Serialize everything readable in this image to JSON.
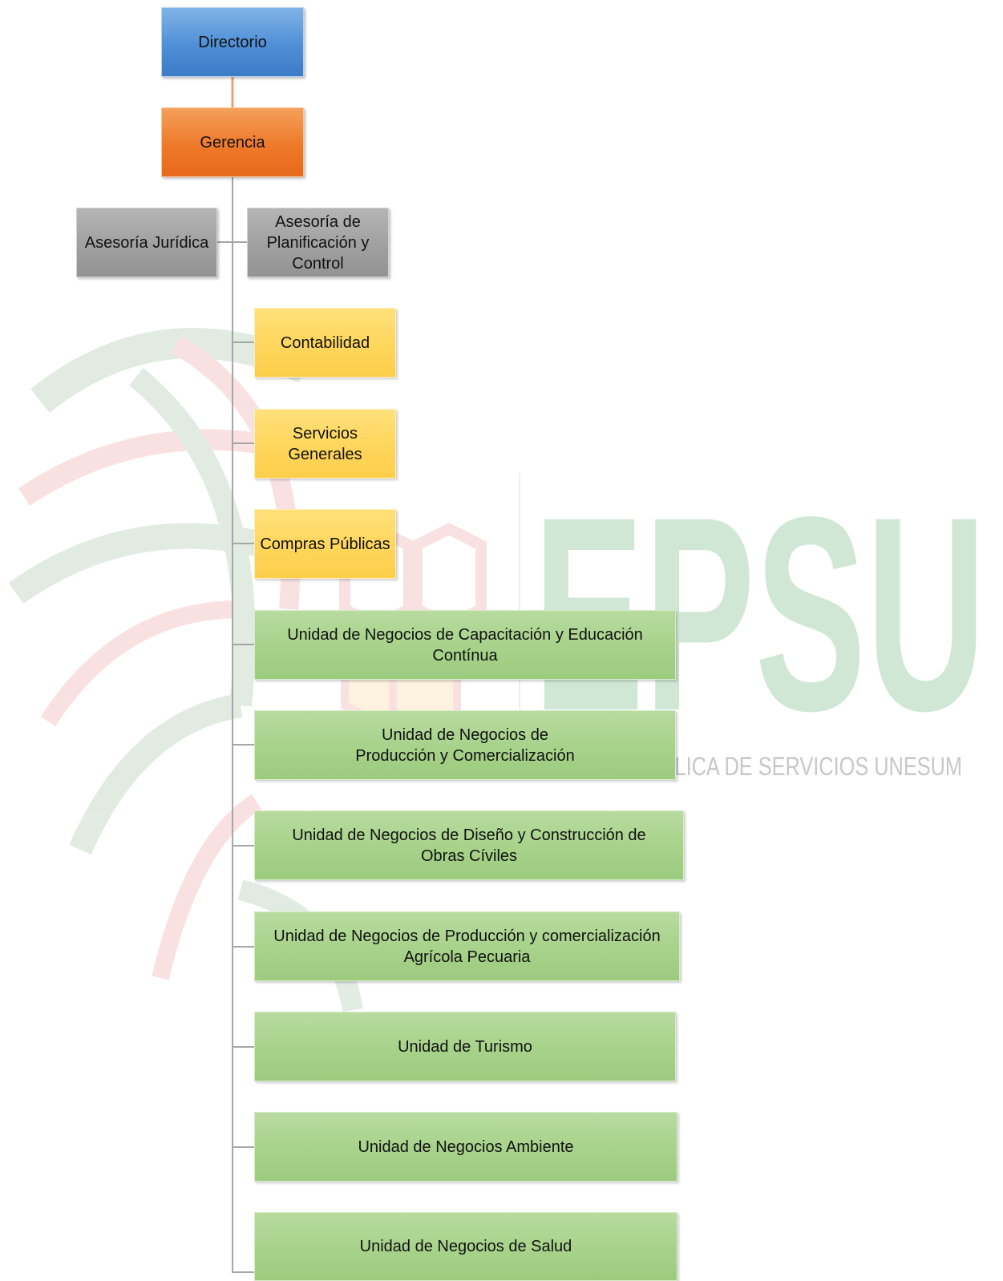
{
  "org_chart": {
    "top": {
      "directorio": "Directorio",
      "gerencia": "Gerencia"
    },
    "advisory": [
      "Asesoría Jurídica",
      "Asesoría de Planificación y Control"
    ],
    "support": [
      "Contabilidad",
      "Servicios Generales",
      "Compras Públicas"
    ],
    "business_units": [
      "Unidad de Negocios de Capacitación y Educación Contínua",
      "Unidad de Negocios de Producción y Comercialización",
      "Unidad de Negocios de Diseño y Construcción de Obras Cíviles",
      "Unidad de Negocios de Producción y comercialización Agrícola Pecuaria",
      "Unidad de Turismo",
      "Unidad de Negocios Ambiente",
      "Unidad de Negocios de Salud"
    ]
  },
  "watermark": {
    "logo_text": "EPSU",
    "subtitle": "EMPRESA PÚBLICA DE SERVICIOS UNESUM"
  },
  "colors": {
    "directorio": "#4f8fd6",
    "gerencia": "#ee7a2a",
    "advisory": "#a0a0a0",
    "support": "#ffd65c",
    "business_units": "#a7d28a",
    "connector_top": "#f0a070",
    "connector_trunk": "#a6a6a6"
  }
}
